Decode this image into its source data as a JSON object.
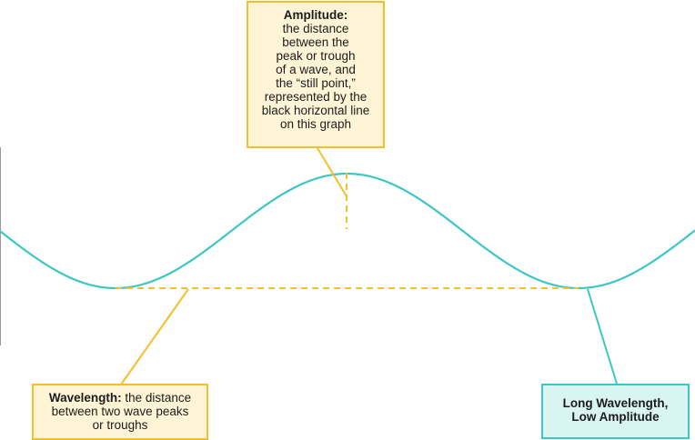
{
  "colors": {
    "wave": "#3cc7c4",
    "annotation": "#f4bf2a",
    "note_fill": "#fff5d6",
    "highlight_fill": "#d8f5f4",
    "axis": "#9a9a9a"
  },
  "callouts": {
    "amplitude": {
      "title": "Amplitude:",
      "lines": [
        "the distance",
        "between the",
        "peak or trough",
        "of a wave, and",
        "the “still point,”",
        "represented by the",
        "black horizontal line",
        "on this graph"
      ]
    },
    "wavelength": {
      "title": "Wavelength:",
      "line1_rest": " the distance",
      "line2": "between two wave peaks",
      "line3": "or troughs"
    },
    "long_wavelength": {
      "line1": "Long Wavelength,",
      "line2": "Low Amplitude"
    }
  }
}
